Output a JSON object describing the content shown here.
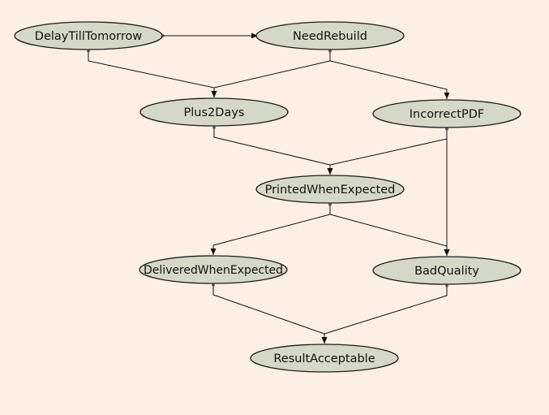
{
  "nodes": [
    {
      "id": "DelayTillTomorrow",
      "label": "DelayTillTomorrow"
    },
    {
      "id": "NeedRebuild",
      "label": "NeedRebuild"
    },
    {
      "id": "Plus2Days",
      "label": "Plus2Days"
    },
    {
      "id": "IncorrectPDF",
      "label": "IncorrectPDF"
    },
    {
      "id": "PrintedWhenExpected",
      "label": "PrintedWhenExpected"
    },
    {
      "id": "DeliveredWhenExpected",
      "label": "DeliveredWhenExpected"
    },
    {
      "id": "BadQuality",
      "label": "BadQuality"
    },
    {
      "id": "ResultAcceptable",
      "label": "ResultAcceptable"
    }
  ],
  "edges": [
    {
      "from": "DelayTillTomorrow",
      "to": "NeedRebuild"
    },
    {
      "from": "DelayTillTomorrow",
      "to": "Plus2Days"
    },
    {
      "from": "NeedRebuild",
      "to": "Plus2Days"
    },
    {
      "from": "NeedRebuild",
      "to": "IncorrectPDF"
    },
    {
      "from": "Plus2Days",
      "to": "PrintedWhenExpected"
    },
    {
      "from": "IncorrectPDF",
      "to": "PrintedWhenExpected"
    },
    {
      "from": "IncorrectPDF",
      "to": "BadQuality"
    },
    {
      "from": "PrintedWhenExpected",
      "to": "DeliveredWhenExpected"
    },
    {
      "from": "PrintedWhenExpected",
      "to": "BadQuality"
    },
    {
      "from": "DeliveredWhenExpected",
      "to": "ResultAcceptable"
    },
    {
      "from": "BadQuality",
      "to": "ResultAcceptable"
    }
  ]
}
